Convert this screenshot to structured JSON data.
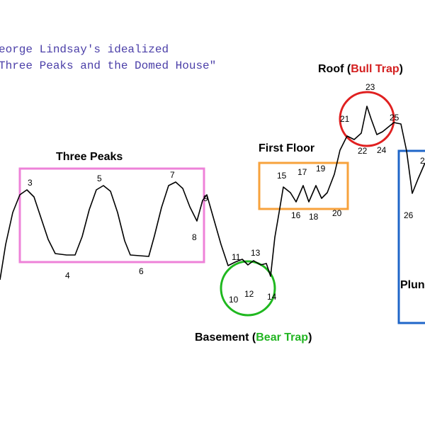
{
  "caption": {
    "line1": "eorge Lindsay's idealized",
    "line2": "Three Peaks and the Domed House\""
  },
  "labels": {
    "three_peaks": "Three Peaks",
    "first_floor": "First Floor",
    "roof_prefix": "Roof (",
    "roof_highlight": "Bull Trap",
    "roof_suffix": ")",
    "basement_prefix": "Basement (",
    "basement_highlight": "Bear Trap",
    "basement_suffix": ")",
    "plunge": "Plun"
  },
  "points": [
    "3",
    "4",
    "5",
    "6",
    "7",
    "8",
    "9",
    "10",
    "11",
    "12",
    "13",
    "14",
    "15",
    "16",
    "17",
    "18",
    "19",
    "20",
    "21",
    "22",
    "23",
    "24",
    "25",
    "26",
    "2"
  ],
  "colors": {
    "line": "#000000",
    "three_peaks_box": "#ee82d8",
    "first_floor_box": "#f7a23c",
    "roof_circle": "#e02020",
    "basement_circle": "#1fb81f",
    "plunge_box": "#1f66c8",
    "caption": "#4b3fa8",
    "bull_trap_text": "#d42020",
    "bear_trap_text": "#22b522"
  }
}
